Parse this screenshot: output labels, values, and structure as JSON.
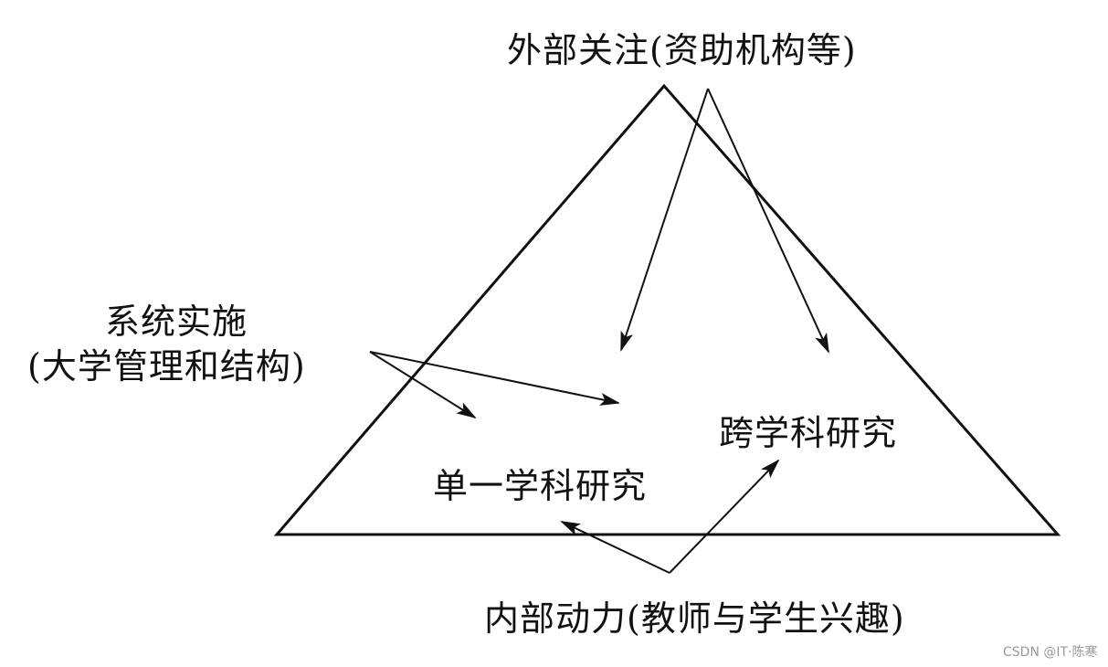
{
  "diagram": {
    "external_label": "外部关注(资助机构等)",
    "system_label_line1": "系统实施",
    "system_label_line2": "(大学管理和结构)",
    "interdisciplinary_label": "跨学科研究",
    "single_discipline_label": "单一学科研究",
    "internal_label": "内部动力(教师与学生兴趣)"
  },
  "watermark": "CSDN @IT·陈寒",
  "colors": {
    "stroke": "#111111",
    "background": "#ffffff",
    "watermark": "#9a9a9a"
  }
}
